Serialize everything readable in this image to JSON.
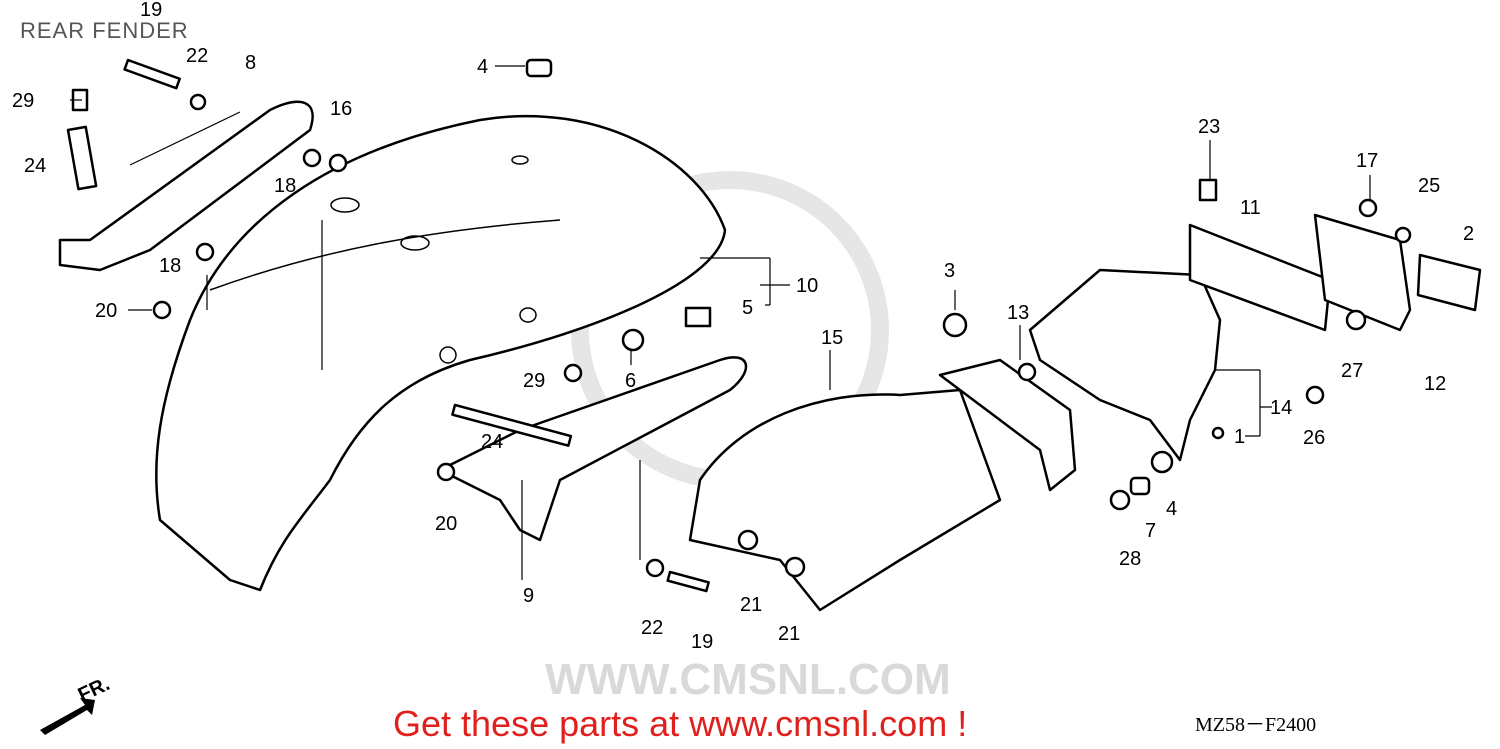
{
  "title": "REAR FENDER",
  "footer": {
    "promo": "Get these parts at www.cmsnl.com !",
    "diagram_code": "MZ58－F2400",
    "promo_color": "#e0201c"
  },
  "direction_indicator": {
    "label": "FR.",
    "icon": "front-arrow-icon"
  },
  "watermark": "WWW.CMSNL.COM",
  "callouts": [
    "19",
    "22",
    "8",
    "29",
    "16",
    "24",
    "18",
    "18",
    "20",
    "4",
    "23",
    "17",
    "25",
    "11",
    "2",
    "3",
    "13",
    "10",
    "5",
    "15",
    "6",
    "29",
    "24",
    "20",
    "9",
    "22",
    "19",
    "21",
    "21",
    "27",
    "12",
    "14",
    "1",
    "26",
    "4",
    "7",
    "28"
  ]
}
